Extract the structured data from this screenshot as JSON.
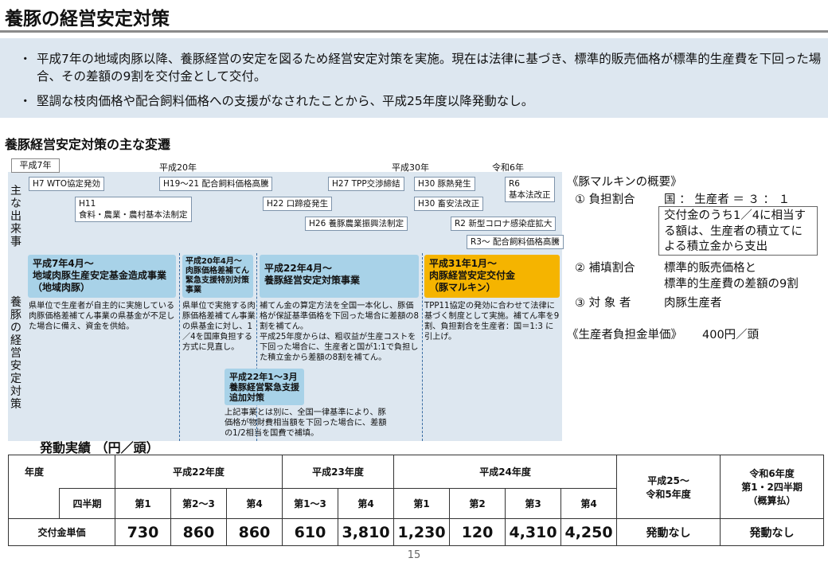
{
  "title": "養豚の経営安定対策",
  "bullets": [
    "平成7年の地域肉豚以降、養豚経営の安定を図るため経営安定対策を実施。現在は法律に基づき、標準的販売価格が標準的生産費を下回った場合、その差額の9割を交付金として交付。",
    "堅調な枝肉価格や配合飼料価格への支援がなされたことから、平成25年度以降発動なし。"
  ],
  "bullet_mark": "・",
  "section_title": "養豚経営安定対策の主な変遷",
  "eras": [
    "平成7年",
    "平成20年",
    "平成30年",
    "令和6年"
  ],
  "vlabels": {
    "events": "主な出来事",
    "measures": "養豚の経営安定対策"
  },
  "events": [
    "H7 WTO協定発効",
    "H11\n食料・農業・農村基本法制定",
    "H19～21 配合飼料価格高騰",
    "H22 口蹄疫発生",
    "H26 養豚農業振興法制定",
    "H27 TPP交渉締結",
    "H30 豚熱発生",
    "H30 畜安法改正",
    "R6\n基本法改正",
    "R2 新型コロナ感染症拡大",
    "R3～ 配合飼料価格高騰"
  ],
  "policies": [
    {
      "title": "平成7年4月～\n地域肉豚生産安定基金造成事業\n（地域肉豚）",
      "desc": "県単位で生産者が自主的に実施している肉豚価格差補てん事業の県基金が不足した場合に備え、資金を供給。"
    },
    {
      "title": "平成20年4月～\n肉豚価格差補てん緊急支援特別対策事業",
      "desc": "県単位で実施する肉豚価格差補てん事業の県基金に対し、1／4を国庫負担する方式に見直し。"
    },
    {
      "title": "平成22年4月～\n養豚経営安定対策事業",
      "desc": "補てん金の算定方法を全国一本化し、豚価格が保証基準価格を下回った場合に差額の8割を補てん。\n平成25年度からは、粗収益が生産コストを下回った場合に、生産者と国が1:1で負担した積立金から差額の8割を補てん。"
    },
    {
      "title": "平成31年1月～\n肉豚経営安定交付金\n（豚マルキン）",
      "desc": "TPP11協定の発効に合わせて法律に基づく制度として実施。補てん率を9割、負担割合を生産者：国＝1:3 に引上げ。"
    },
    {
      "title": "平成22年1～3月\n養豚経営緊急支援追加対策",
      "desc": "上記事業とは別に、全国一律基準により、豚価格が物財費相当額を下回った場合に、差額の1/2相当を国費で補填。"
    }
  ],
  "overview": {
    "heading": "《豚マルキンの概要》",
    "item1_label": "① 負担割合",
    "item1_value": "国 ： 生産者 ＝ ３ ： １",
    "item1_box": "交付金のうち1／4に相当する額は、生産者の積立てによる積立金から支出",
    "item2_label": "② 補填割合",
    "item2_value1": "標準的販売価格と",
    "item2_value2": "標準的生産費の差額の9割",
    "item3_label": "③ 対 象 者",
    "item3_value": "肉豚生産者",
    "unit_price_label": "《生産者負担金単価》",
    "unit_price_value": "400円／頭"
  },
  "achievements_title": "発動実績 （円／頭）",
  "table": {
    "year_header": "年度",
    "quarter_header": "四半期",
    "row_label": "交付金単価",
    "years": [
      "平成22年度",
      "平成23年度",
      "平成24年度",
      "平成25～\n令和5年度",
      "令和6年度\n第1・2四半期\n（概算払）"
    ],
    "quarters": [
      "第1",
      "第2～3",
      "第4",
      "第1～3",
      "第4",
      "第1",
      "第2",
      "第3",
      "第4"
    ],
    "values": [
      "730",
      "860",
      "860",
      "610",
      "3,810",
      "1,230",
      "120",
      "4,310",
      "4,250"
    ],
    "no_trigger": "発動なし"
  },
  "page_number": "15"
}
